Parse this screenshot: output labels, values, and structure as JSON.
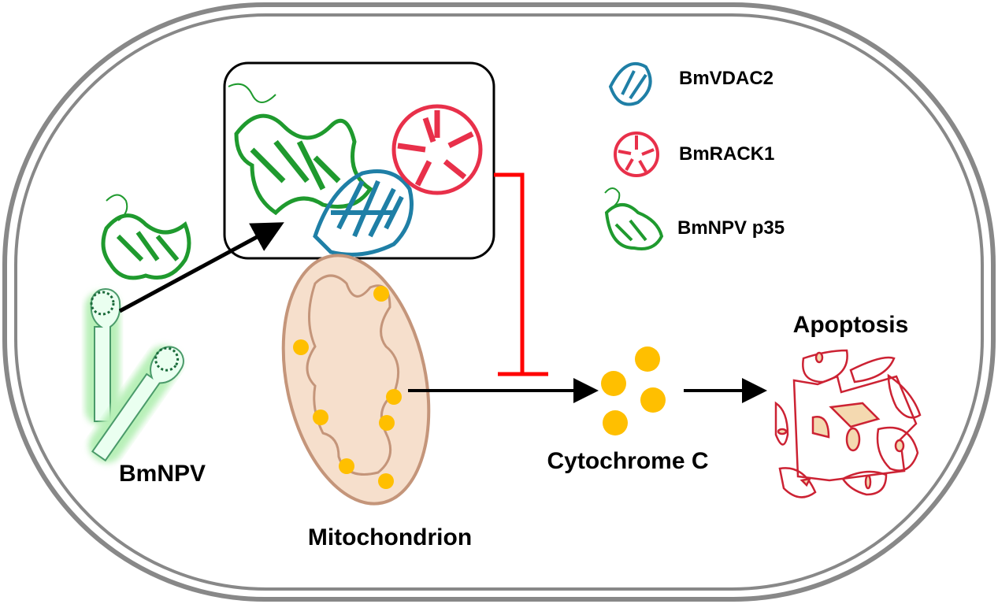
{
  "labels": {
    "virus": "BmNPV",
    "mitochondrion": "Mitochondrion",
    "cytochrome": "Cytochrome C",
    "apoptosis": "Apoptosis"
  },
  "legend": [
    {
      "label": "BmVDAC2",
      "color": "#1f7fa6"
    },
    {
      "label": "BmRACK1",
      "color": "#e8304a"
    },
    {
      "label": "BmNPV p35",
      "color": "#1f9a2e"
    }
  ],
  "colors": {
    "cell_membrane": "#888888",
    "inhibition": "#ff0000",
    "cytochrome": "#ffbf00",
    "mitochondrion_fill": "#f6dfcc",
    "mitochondrion_stroke": "#c4957a",
    "apoptosis_stroke": "#cc2233",
    "apoptosis_fill": "#f4d9b0"
  }
}
